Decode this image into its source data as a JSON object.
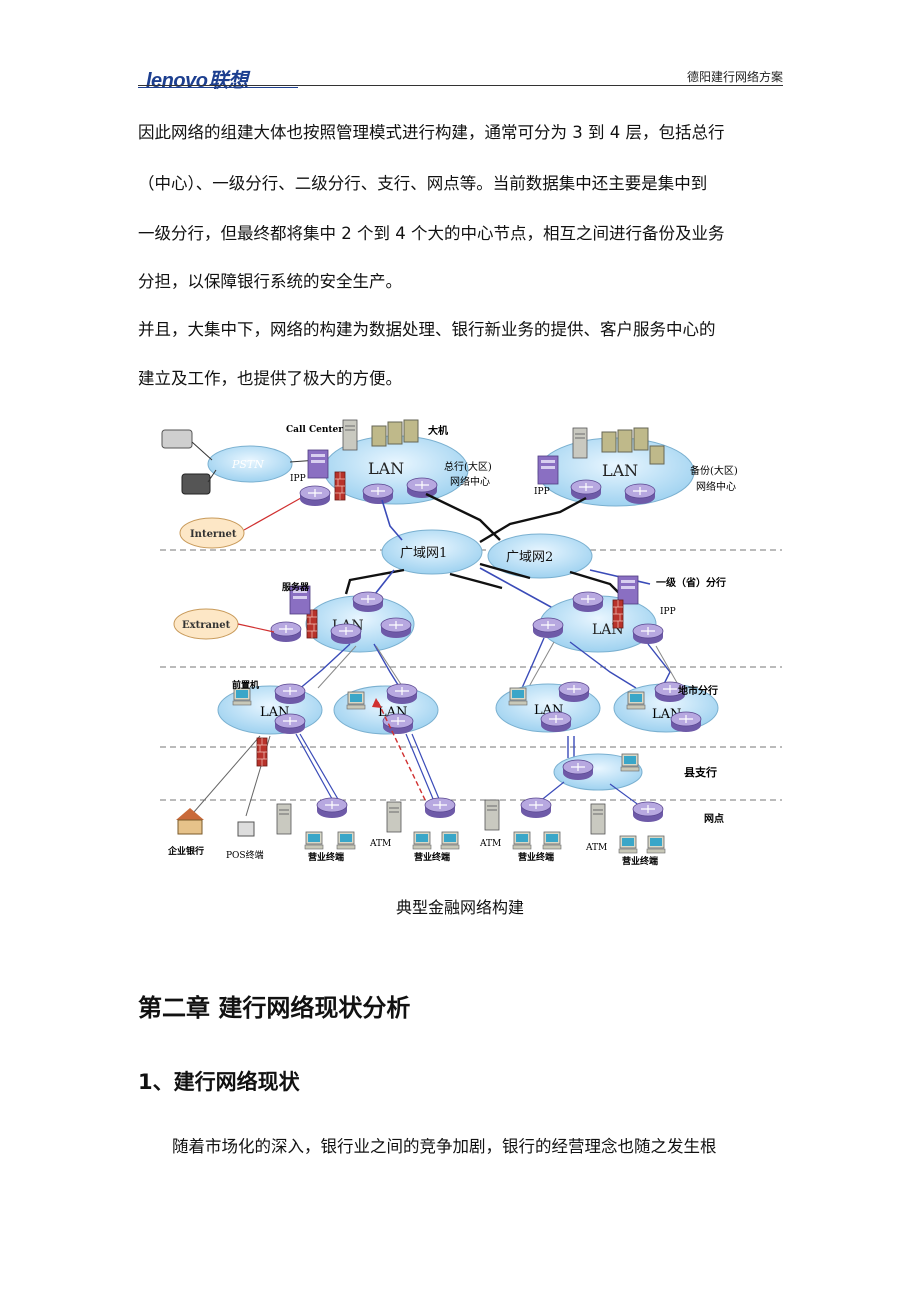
{
  "header": {
    "logo_text": "lenovo",
    "logo_cn": "联想",
    "title": "德阳建行网络方案"
  },
  "intro": {
    "lines": [
      "因此网络的组建大体也按照管理模式进行构建，通常可分为 3 到 4 层，包括总行",
      "（中心）、一级分行、二级分行、支行、网点等。当前数据集中还主要是集中到",
      "一级分行，但最终都将集中 2 个到 4 个大的中心节点，相互之间进行备份及业务",
      "分担，以保障银行系统的安全生产。",
      "并且，大集中下，网络的构建为数据处理、银行新业务的提供、客户服务中心的",
      "建立及工作，也提供了极大的方便。"
    ]
  },
  "figure": {
    "labels": {
      "call_center": "Call Center",
      "mainframe": "大机",
      "pstn": "PSTN",
      "ipp": "IPP",
      "lan": "LAN",
      "hq_center_1": "总行(大区)",
      "hq_center_2": "网络中心",
      "backup_1": "备份(大区)",
      "backup_2": "网络中心",
      "internet": "Internet",
      "wan1": "广域网1",
      "wan2": "广域网2",
      "server": "服务器",
      "level1_branch": "一级（省）分行",
      "extranet": "Extranet",
      "front_end": "前置机",
      "city_branch": "地市分行",
      "county_branch": "县支行",
      "outlet": "网点",
      "enterprise_bank": "企业银行",
      "pos": "POS终端",
      "teller": "营业终端",
      "atm": "ATM"
    }
  },
  "caption": "典型金融网络构建",
  "chapter_title": "第二章  建行网络现状分析",
  "section_title": "1、建行网络现状",
  "body_line": "随着市场化的深入，银行业之间的竞争加剧，银行的经营理念也随之发生根"
}
